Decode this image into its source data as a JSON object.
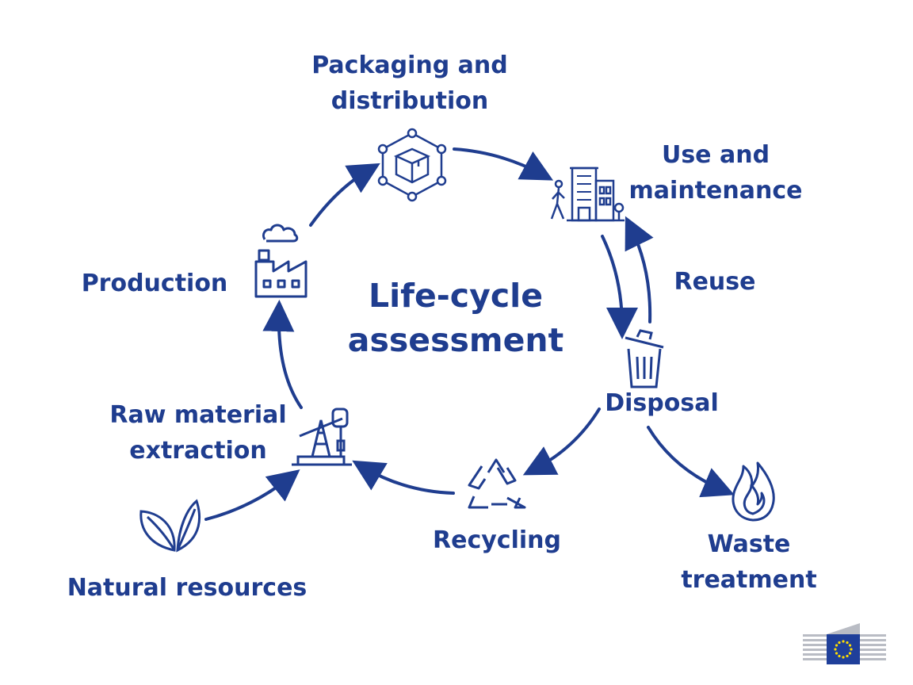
{
  "diagram": {
    "title_lines": [
      "Life-cycle",
      "assessment"
    ],
    "stages": {
      "packaging": [
        "Packaging and",
        "distribution"
      ],
      "use": [
        "Use and",
        "maintenance"
      ],
      "reuse": "Reuse",
      "disposal": "Disposal",
      "waste": [
        "Waste",
        "treatment"
      ],
      "recycling": "Recycling",
      "natural": "Natural resources",
      "raw": [
        "Raw material",
        "extraction"
      ],
      "production": "Production"
    },
    "colors": {
      "primary": "#1f3d8f",
      "eu_blue": "#1f3f9a",
      "eu_star": "#ffdd00"
    },
    "icons": [
      "box-network-icon",
      "buildings-person-icon",
      "trash-bin-icon",
      "flame-icon",
      "recycle-icon",
      "leaves-icon",
      "oil-pump-icon",
      "factory-icon",
      "eu-commission-logo"
    ]
  }
}
